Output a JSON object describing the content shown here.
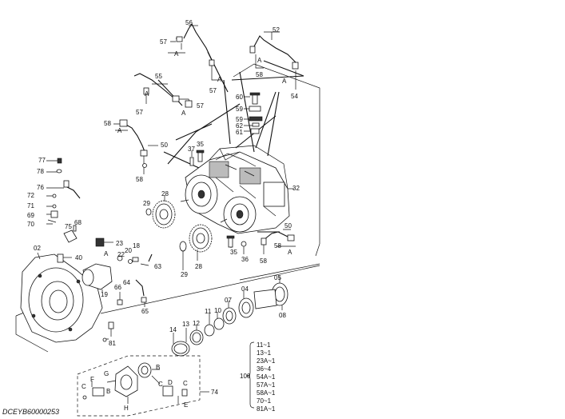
{
  "document": {
    "page_code": "DCEYB60000253"
  },
  "callouts": {
    "c56": "56",
    "c57a": "57",
    "c52": "52",
    "c58a": "58",
    "c54": "54",
    "c55": "55",
    "c57b": "57",
    "c57c": "57",
    "c57d": "57",
    "c60": "60",
    "c59a": "59",
    "c59b": "59",
    "c62": "62",
    "c61": "61",
    "c58b": "58",
    "c50a": "50",
    "c58c": "58",
    "c37": "37",
    "c35a": "35",
    "c32": "32",
    "c28a": "28",
    "c29a": "29",
    "c77": "77",
    "c78": "78",
    "c76": "76",
    "c72": "72",
    "c71": "71",
    "c69": "69",
    "c70": "70",
    "c68": "68",
    "c75": "75",
    "c02": "02",
    "c40": "40",
    "c23": "23",
    "c22": "22",
    "c20": "20",
    "c18": "18",
    "c63": "63",
    "c19": "19",
    "c66": "66",
    "c64": "64",
    "c65": "65",
    "c81": "81",
    "c28b": "28",
    "c29b": "29",
    "c35b": "35",
    "c36": "36",
    "c50b": "50",
    "c58d": "58",
    "c58e": "58",
    "c05": "05",
    "c04": "04",
    "c07": "07",
    "c10": "10",
    "c11": "11",
    "c12": "12",
    "c13": "13",
    "c14": "14",
    "c08": "08",
    "c74": "74"
  },
  "letters": {
    "a1": "A",
    "a2": "A",
    "a3": "A",
    "a4": "A",
    "a5": "A",
    "a6": "A",
    "a7": "A",
    "a8": "A",
    "a9": "A",
    "b1": "B",
    "b2": "B",
    "c1": "C",
    "c2": "C",
    "c3": "C",
    "d1": "D",
    "e1": "E",
    "f1": "F",
    "g1": "G",
    "h1": "H"
  },
  "kit": {
    "number": "100",
    "items": [
      "11~1",
      "13~1",
      "23A~1",
      "36~4",
      "54A~1",
      "57A~1",
      "58A~1",
      "70~1",
      "81A~1"
    ]
  }
}
